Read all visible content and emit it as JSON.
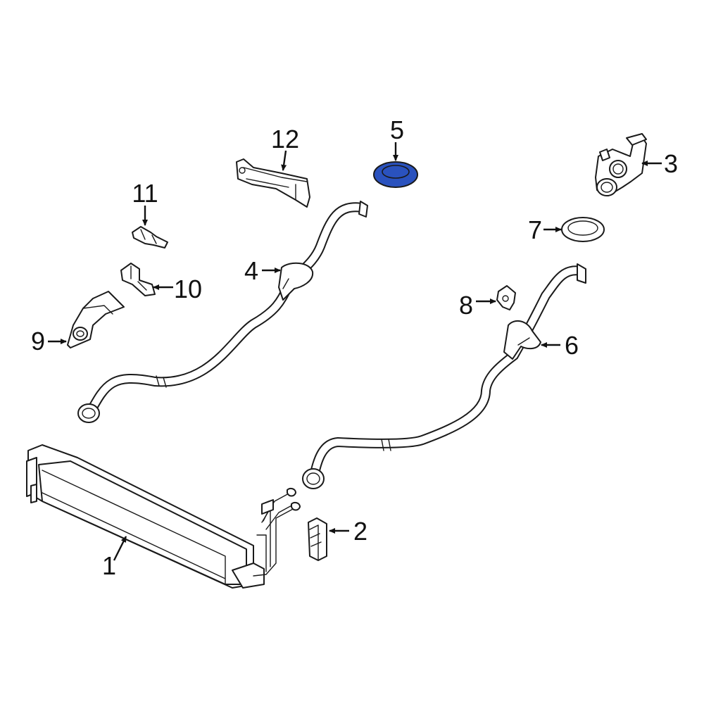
{
  "callouts": {
    "c1": "1",
    "c2": "2",
    "c3": "3",
    "c4": "4",
    "c5": "5",
    "c6": "6",
    "c7": "7",
    "c8": "8",
    "c9": "9",
    "c10": "10",
    "c11": "11",
    "c12": "12"
  },
  "colors": {
    "highlight": "#2a52be",
    "line": "#1a1a1a",
    "background": "#ffffff"
  },
  "highlighted_part": "5"
}
